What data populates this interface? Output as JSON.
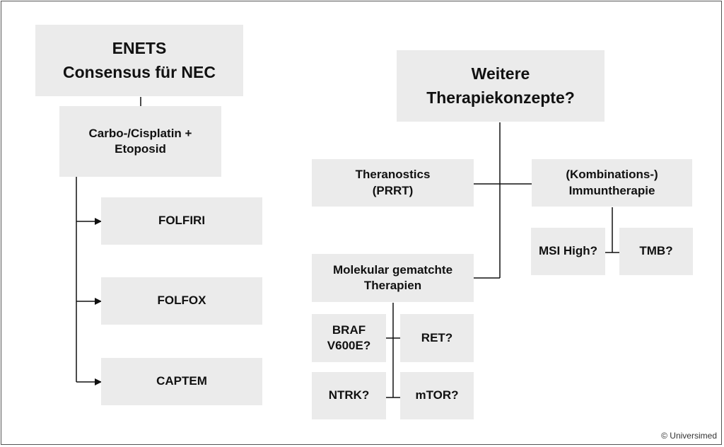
{
  "left": {
    "header": "ENETS\nConsensus für NEC",
    "first_line": "Carbo-/Cisplatin +\nEtoposid",
    "options": [
      "FOLFIRI",
      "FOLFOX",
      "CAPTEM"
    ]
  },
  "right": {
    "header": "Weitere\nTherapiekonzepte?",
    "theranostics": "Theranostics\n(PRRT)",
    "immuno": "(Kombinations-)\nImmuntherapie",
    "immuno_markers": [
      "MSI High?",
      "TMB?"
    ],
    "molecular": "Molekular gematchte\nTherapien",
    "molecular_targets": [
      "BRAF\nV600E?",
      "RET?",
      "NTRK?",
      "mTOR?"
    ]
  },
  "copyright": "© Universimed",
  "colors": {
    "box_fill": "#ebebeb",
    "line": "#111111",
    "frame": "#555555"
  }
}
